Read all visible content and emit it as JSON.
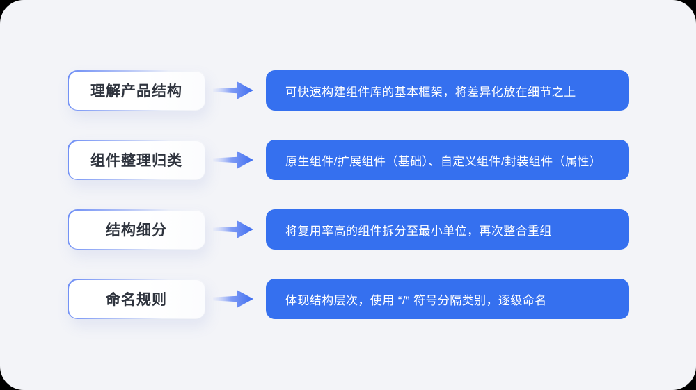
{
  "page": {
    "background": "#f3f4f8",
    "outer_background": "#000000"
  },
  "colors": {
    "primary_blue": "#3570ef",
    "arrow_gradient_start": "#c3cffa",
    "arrow_gradient_end": "#3f6ef0",
    "label_text": "#2f343e",
    "desc_text": "#ffffff"
  },
  "diagram": {
    "rows": [
      {
        "label": "理解产品结构",
        "description": "可快速构建组件库的基本框架，将差异化放在细节之上"
      },
      {
        "label": "组件整理归类",
        "description": "原生组件/扩展组件（基础）、自定义组件/封装组件（属性）"
      },
      {
        "label": "结构细分",
        "description": "将复用率高的组件拆分至最小单位，再次整合重组"
      },
      {
        "label": "命名规则",
        "description": "体现结构层次，使用 “/” 符号分隔类别，逐级命名"
      }
    ]
  }
}
